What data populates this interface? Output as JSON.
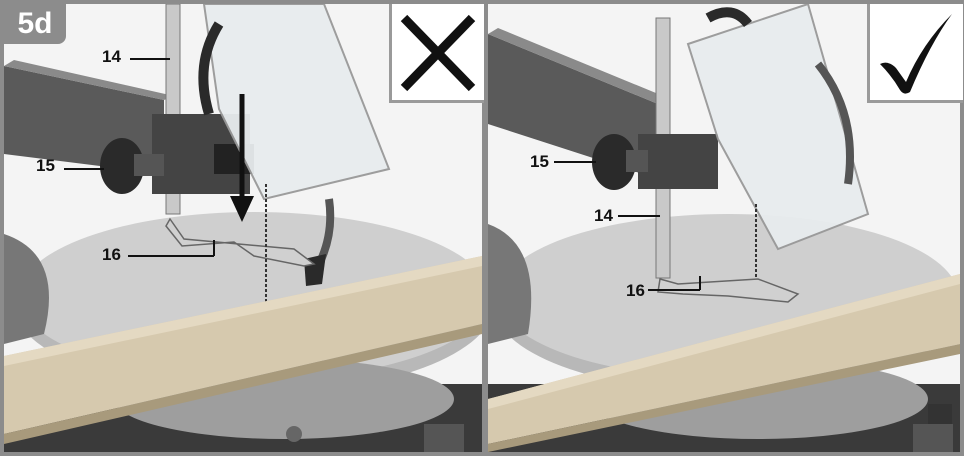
{
  "figure": {
    "badge": "5d",
    "left_panel": {
      "status": "incorrect",
      "status_icon": "cross-icon",
      "callouts": [
        "14",
        "15",
        "16"
      ]
    },
    "right_panel": {
      "status": "correct",
      "status_icon": "checkmark-icon",
      "callouts": [
        "15",
        "14",
        "16"
      ]
    }
  },
  "colors": {
    "frame": "#8c8c8c",
    "wood": "#d6c9ae",
    "metal": "#bdbdbd",
    "dark": "#2a2a2a"
  }
}
